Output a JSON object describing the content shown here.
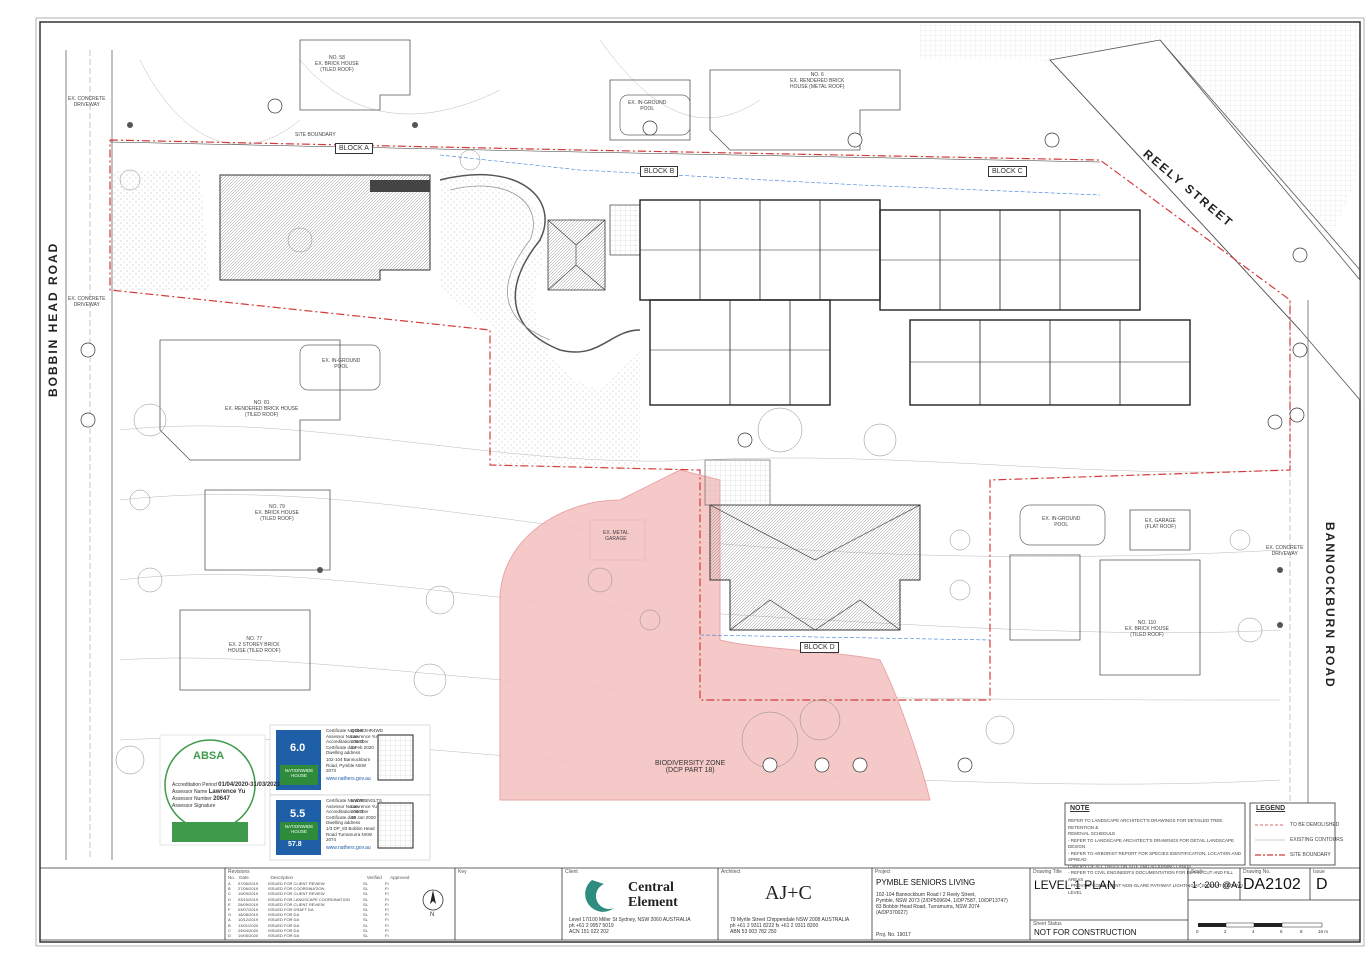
{
  "roads": {
    "bobbin_head": "BOBBIN HEAD ROAD",
    "reely": "REELY STREET",
    "bannockburn": "BANNOCKBURN ROAD"
  },
  "blocks": [
    "BLOCK A",
    "BLOCK B",
    "BLOCK C",
    "BLOCK D"
  ],
  "labels": {
    "site_boundary": "SITE BOUNDARY",
    "biodiversity": "BIODIVERSITY ZONE",
    "biodiversity_sub": "(DCP PART 18)",
    "h58": "NO. 58\nEX. BRICK HOUSE\n(TILED ROOF)",
    "h6": "NO. 6\nEX. RENDERED BRICK\nHOUSE (METAL ROOF)",
    "h81": "NO. 81\nEX. RENDERED BRICK HOUSE\n(TILED ROOF)",
    "h79": "NO. 79\nEX. BRICK HOUSE\n(TILED ROOF)",
    "h77": "NO. 77\nEX. 2 STOREY BRICK\nHOUSE (TILED ROOF)",
    "h110": "NO. 110\nEX. BRICK HOUSE\n(TILED ROOF)",
    "pool_n": "EX. IN-GROUND\nPOOL",
    "pool_w": "EX. IN-GROUND\nPOOL",
    "pool_e": "EX. IN-GROUND\nPOOL",
    "garage_metal": "EX. METAL\nGARAGE",
    "garage_flat": "EX. GARAGE\n(FLAT ROOF)",
    "driveway1": "EX. CONCRETE\nDRIVEWAY",
    "driveway2": "EX. CONCRETE\nDRIVEWAY",
    "driveway3": "EX. CONCRETE\nDRIVEWAY"
  },
  "certificates": {
    "absa_brand": "ABSA",
    "absa_period_label": "Accreditation Period",
    "absa_period": "01/04/2020-31/03/2021",
    "absa_assessor_label": "Assessor Name",
    "absa_assessor": "Lawrence Yu",
    "absa_number_label": "Assessor Number",
    "absa_number": "20647",
    "absa_sig_label": "Assessor Signature",
    "star1": "6.0",
    "star1_brand": "NATIONWIDE HOUSE",
    "star2": "5.5",
    "star2_brand": "NATIONWIDE HOUSE",
    "star2_value": "57.8",
    "cert1_fields": "Certificate Number\nAssessor Name\nAccreditation number\nCertificate date\nDwelling address",
    "cert1_values": "QDNE3HR4WD\nLawrence Yu\n20647\n3 Feb 2020",
    "cert1_address": "102-104 Bannockburn\nRoad, Pymble NSW\n2073",
    "cert2_fields": "Certificate Number\nAssessor Name\nAccreditation number\nCertificate date\nDwelling address",
    "cert2_values": "NW7RBNGLTS\nLawrence Yu\n20647\n10 Jan 2020",
    "cert2_address": "1/3 DP_83 Bobbin Head\nRoad Turramurra NSW\n2074",
    "site": "www.nathers.gov.au"
  },
  "note": {
    "title": "NOTE",
    "items": [
      "REFER TO LANDSCAPE ARCHITECT'S DRAWINGS FOR DETAILED TREE RETENTION &",
      "REMOVAL SCHEDULE",
      "- REFER TO LANDSCAPE ARCHITECT'S DRAWINGS FOR DETAIL LANDSCAPE DESIGN",
      "- REFER TO ARBORIST REPORT FOR SPECIES IDENTIFICATION, LOCATION AND SPREAD",
      "CANOPY OF ALL TREES ON SITE AND ADJOINING LANDS",
      "- REFER TO CIVIL ENGINEER'S DOCUMENTATION FOR DETAIL CUT AND FILL AREAS",
      "- PROVIDE CONSISTENT NON-GLARE PATHWAY LIGHTING AT 20LUX AT GROUND LEVEL"
    ]
  },
  "legend": {
    "title": "LEGEND",
    "items": [
      "TO BE DEMOLISHED",
      "EXISTING CONTOURS",
      "SITE BOUNDARY"
    ]
  },
  "title_block": {
    "revisions_label": "Revisions",
    "rev_headers": [
      "No.",
      "Date",
      "Description",
      "Verified",
      "Approved"
    ],
    "revisions": [
      [
        "A",
        "07/06/2019",
        "ISSUED FOR CLIENT REVIEW",
        "SL",
        "FI"
      ],
      [
        "B",
        "27/06/2019",
        "ISSUED FOR COORDINATION",
        "SL",
        "FI"
      ],
      [
        "C",
        "19/09/2019",
        "ISSUED FOR CLIENT REVIEW",
        "SL",
        "FI"
      ],
      [
        "D",
        "03/10/2019",
        "ISSUED FOR LANDSCAPE COORDINATION",
        "SL",
        "FI"
      ],
      [
        "E",
        "28/09/2019",
        "ISSUED FOR CLIENT REVIEW",
        "SL",
        "FI"
      ],
      [
        "F",
        "03/07/2019",
        "ISSUED FOR DRAFT DA",
        "SL",
        "FI"
      ],
      [
        "G",
        "16/08/2019",
        "ISSUED FOR DA",
        "SL",
        "FI"
      ],
      [
        "A",
        "10/12/2019",
        "ISSUED FOR DA",
        "SL",
        "FI"
      ],
      [
        "B",
        "13/01/2020",
        "ISSUED FOR DA",
        "SL",
        "FI"
      ],
      [
        "C",
        "29/04/2020",
        "ISSUED FOR DA",
        "SL",
        "FI"
      ],
      [
        "D",
        "19/05/2020",
        "ISSUED FOR DA",
        "SL",
        "FI"
      ]
    ],
    "key_label": "Key",
    "north": "N",
    "client_label": "Client",
    "client_name_1": "Central",
    "client_name_2": "Element",
    "client_addr": "Level 17/100 Miller St Sydney, NSW 2060 AUSTRALIA",
    "client_ph": "ph +61 2 9957 5019",
    "client_acn": "ACN 151 022 202",
    "architect_label": "Architect",
    "architect_logo": "AJ+C",
    "architect_addr": "79 Myrtle Street Chippendale NSW 2008 AUSTRALIA",
    "architect_ph": "ph +61 2 9311 8222 fx +61 2 9311 8200",
    "architect_abn": "ABN 53 003 782 250",
    "project_label": "Project",
    "project_name": "PYMBLE SENIORS LIVING",
    "project_addr": "102-104 Bannockburn Road / 2 Reely Street,\nPymble, NSW 2073 (2/DP509694, 1/DP7587, 10/DP13747)\n83 Bobbin Head Road, Turramurra, NSW 2074\n(A/DP370027)",
    "proj_no_label": "Proj. No.",
    "proj_no": "19017",
    "drawing_title_label": "Drawing Title",
    "drawing_title": "LEVEL 1 PLAN",
    "sheet_status_label": "Sheet Status",
    "sheet_status": "NOT FOR CONSTRUCTION",
    "scale_label": "Scale",
    "scale": "1 : 200 @A1",
    "drawing_no_label": "Drawing No.",
    "drawing_no": "DA2102",
    "issue_label": "Issue",
    "issue": "D",
    "scale_bar": [
      "0",
      "2",
      "4",
      "6",
      "8",
      "16 m"
    ]
  },
  "colors": {
    "biodiversity_fill": "#f6c4c4",
    "boundary_red": "#d33a3a",
    "water_blue": "#3a7fd6",
    "client_teal": "#2e8d7f",
    "absa_green": "#3f9a4b"
  }
}
